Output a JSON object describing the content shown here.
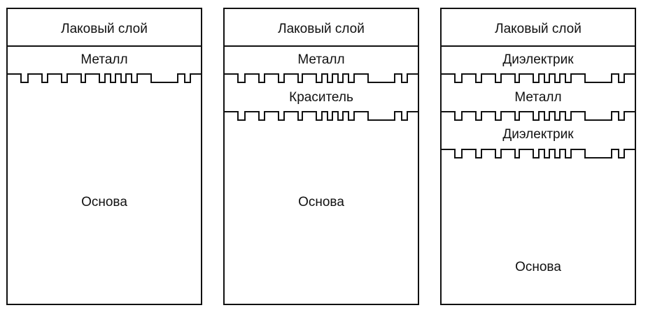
{
  "panels": [
    {
      "top_label": "Лаковый слой",
      "layers": [
        "Металл"
      ],
      "base_label": "Основа"
    },
    {
      "top_label": "Лаковый слой",
      "layers": [
        "Металл",
        "Краситель"
      ],
      "base_label": "Основа"
    },
    {
      "top_label": "Лаковый слой",
      "layers": [
        "Диэлектрик",
        "Металл",
        "Диэлектрик"
      ],
      "base_label": "Основа"
    }
  ]
}
